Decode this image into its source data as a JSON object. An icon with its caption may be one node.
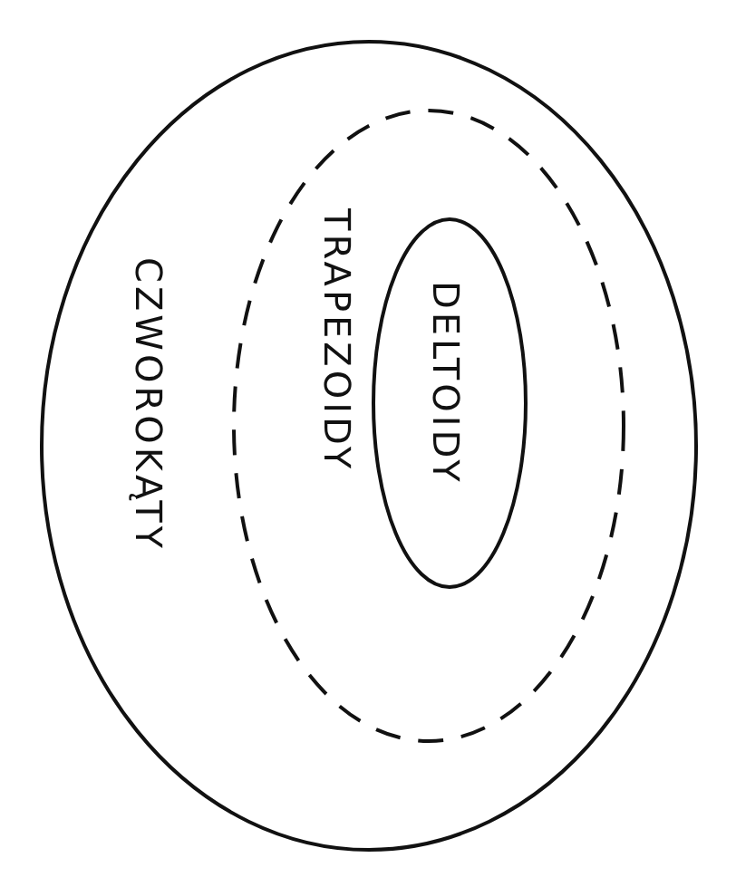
{
  "diagram": {
    "nodes": [
      {
        "text": [
          "CZWOROKĄTY"
        ]
      },
      {
        "text": [
          "TRAPEZOIDY"
        ],
        "in": 0
      },
      {
        "text": [
          "DELTOIDY"
        ],
        "in": 1
      }
    ]
  }
}
